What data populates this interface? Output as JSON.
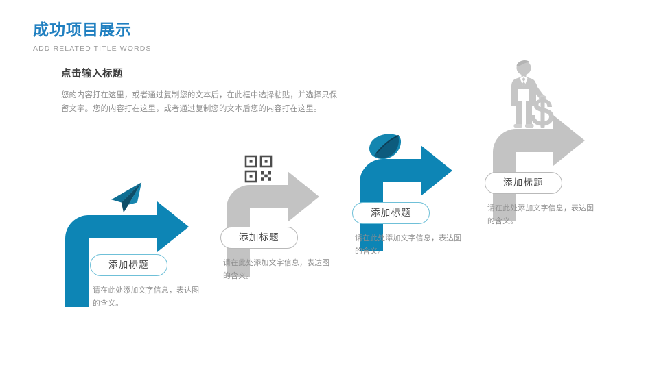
{
  "header": {
    "title": "成功项目展示",
    "subtitle": "ADD RELATED TITLE WORDS"
  },
  "intro": {
    "heading": "点击输入标题",
    "body": "您的内容打在这里，或者通过复制您的文本后，在此框中选择粘贴，并选择只保留文字。您的内容打在这里，或者通过复制您的文本后您的内容打在这里。"
  },
  "colors": {
    "accent_blue": "#0d85b5",
    "title_blue": "#1f7fc0",
    "gray": "#c3c3c3",
    "pill_blue_border": "#6fc0d8",
    "pill_gray_border": "#b9b9b9",
    "body_text": "#8e8e8e",
    "icon_dark_blue": "#0d5b7d"
  },
  "steps": [
    {
      "index": 1,
      "color": "blue",
      "icon": "paper-plane-icon",
      "pill_label": "添加标题",
      "caption": "请在此处添加文字信息，表达图的含义。"
    },
    {
      "index": 2,
      "color": "gray",
      "icon": "qr-code-icon",
      "pill_label": "添加标题",
      "caption": "请在此处添加文字信息，表达图的含义。"
    },
    {
      "index": 3,
      "color": "blue",
      "icon": "leaf-icon",
      "pill_label": "添加标题",
      "caption": "请在此处添加文字信息，表达图的含义。"
    },
    {
      "index": 4,
      "color": "gray",
      "icon": "businessman-dollar-icon",
      "pill_label": "添加标题",
      "caption": "请在此处添加文字信息，表达图的含义。"
    }
  ]
}
